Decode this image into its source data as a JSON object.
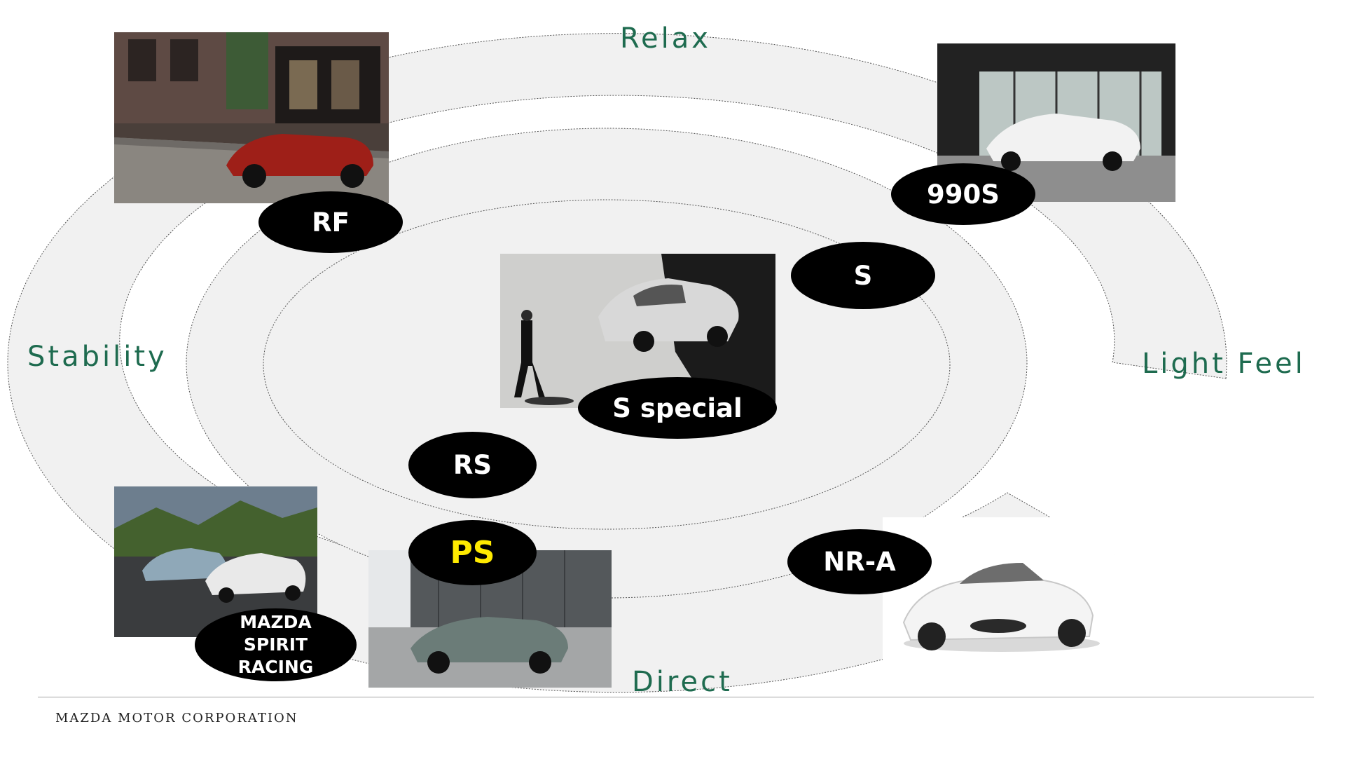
{
  "axes": {
    "top": "Relax",
    "left": "Stability",
    "right": "Light Feel",
    "bottom": "Direct"
  },
  "models": {
    "rf": "RF",
    "s990": "990S",
    "s": "S",
    "s_special": "S special",
    "rs": "RS",
    "ps": "PS",
    "nra": "NR-A",
    "msr": [
      "MAZDA",
      "SPIRIT",
      "RACING"
    ]
  },
  "footer": "MAZDA MOTOR CORPORATION",
  "colors": {
    "axis_text": "#1e6b4f",
    "badge_bg": "#000000",
    "badge_text": "#ffffff",
    "ps_text": "#ffea00",
    "ring_fill": "#f1f1f1"
  }
}
